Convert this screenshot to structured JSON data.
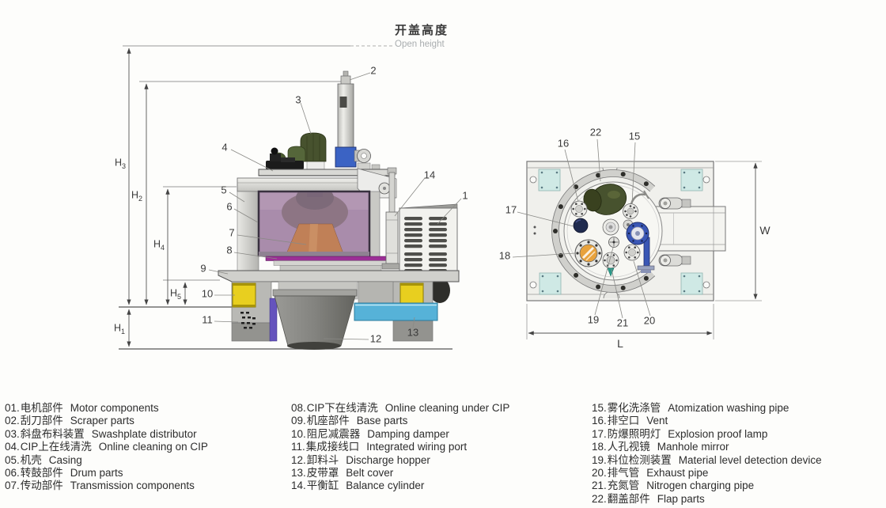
{
  "open_height": {
    "zh": "开盖高度",
    "en": "Open height"
  },
  "left_view": {
    "callouts": [
      "2",
      "3",
      "4",
      "14",
      "1",
      "5",
      "6",
      "7",
      "8",
      "9",
      "10",
      "11",
      "12",
      "13"
    ],
    "dims": [
      {
        "base": "H",
        "sub": "3"
      },
      {
        "base": "H",
        "sub": "2"
      },
      {
        "base": "H",
        "sub": "4"
      },
      {
        "base": "H",
        "sub": "5"
      },
      {
        "base": "H",
        "sub": "1"
      }
    ]
  },
  "right_view": {
    "callouts": [
      "16",
      "22",
      "15",
      "17",
      "18",
      "19",
      "21",
      "20"
    ],
    "width_label": "W",
    "length_label": "L"
  },
  "legend": {
    "columns": [
      {
        "items": [
          {
            "num": "01",
            "zh": "电机部件",
            "en": "Motor components"
          },
          {
            "num": "02",
            "zh": "刮刀部件",
            "en": "Scraper parts"
          },
          {
            "num": "03",
            "zh": "斜盘布料装置",
            "en": "Swashplate distributor"
          },
          {
            "num": "04",
            "zh": "CIP上在线清洗",
            "en": "Online cleaning on CIP"
          },
          {
            "num": "05",
            "zh": "机壳",
            "en": "Casing"
          },
          {
            "num": "06",
            "zh": "转鼓部件",
            "en": "Drum parts"
          },
          {
            "num": "07",
            "zh": "传动部件",
            "en": "Transmission components"
          }
        ]
      },
      {
        "items": [
          {
            "num": "08",
            "zh": "CIP下在线清洗",
            "en": "Online cleaning under CIP"
          },
          {
            "num": "09",
            "zh": "机座部件",
            "en": "Base parts"
          },
          {
            "num": "10",
            "zh": "阻尼减震器",
            "en": "Damping damper"
          },
          {
            "num": "11",
            "zh": "集成接线口",
            "en": "Integrated wiring port"
          },
          {
            "num": "12",
            "zh": "卸料斗",
            "en": "Discharge hopper"
          },
          {
            "num": "13",
            "zh": "皮带罩",
            "en": "Belt cover"
          },
          {
            "num": "14",
            "zh": "平衡缸",
            "en": "Balance cylinder"
          }
        ]
      },
      {
        "items": [
          {
            "num": "15",
            "zh": "雾化洗涤管",
            "en": "Atomization washing pipe"
          },
          {
            "num": "16",
            "zh": "排空口",
            "en": "Vent"
          },
          {
            "num": "17",
            "zh": "防爆照明灯",
            "en": "Explosion proof lamp"
          },
          {
            "num": "18",
            "zh": "人孔视镜",
            "en": "Manhole mirror"
          },
          {
            "num": "19",
            "zh": "料位检测装置",
            "en": "Material level detection device"
          },
          {
            "num": "20",
            "zh": "排气管",
            "en": "Exhaust pipe"
          },
          {
            "num": "21",
            "zh": "充氮管",
            "en": "Nitrogen charging pipe"
          },
          {
            "num": "22",
            "zh": "翻盖部件",
            "en": "Flap parts"
          }
        ]
      }
    ]
  },
  "colors": {
    "window_purple": "#a98cab",
    "drum_terracotta": "#c08057",
    "drum_dome": "#8d7584",
    "damper_yellow": "#e8cf1f",
    "belt_cover_blue": "#56b2d8",
    "cip_magenta": "#9c2f96",
    "wiring_purple": "#6553bd",
    "pump_blue": "#3a57b5",
    "pad_teal": "#cfe9e5",
    "motor_olive": "#47522e",
    "manhole_amber": "#e8a23c",
    "cylinder_band_blue": "#3b63c4"
  }
}
